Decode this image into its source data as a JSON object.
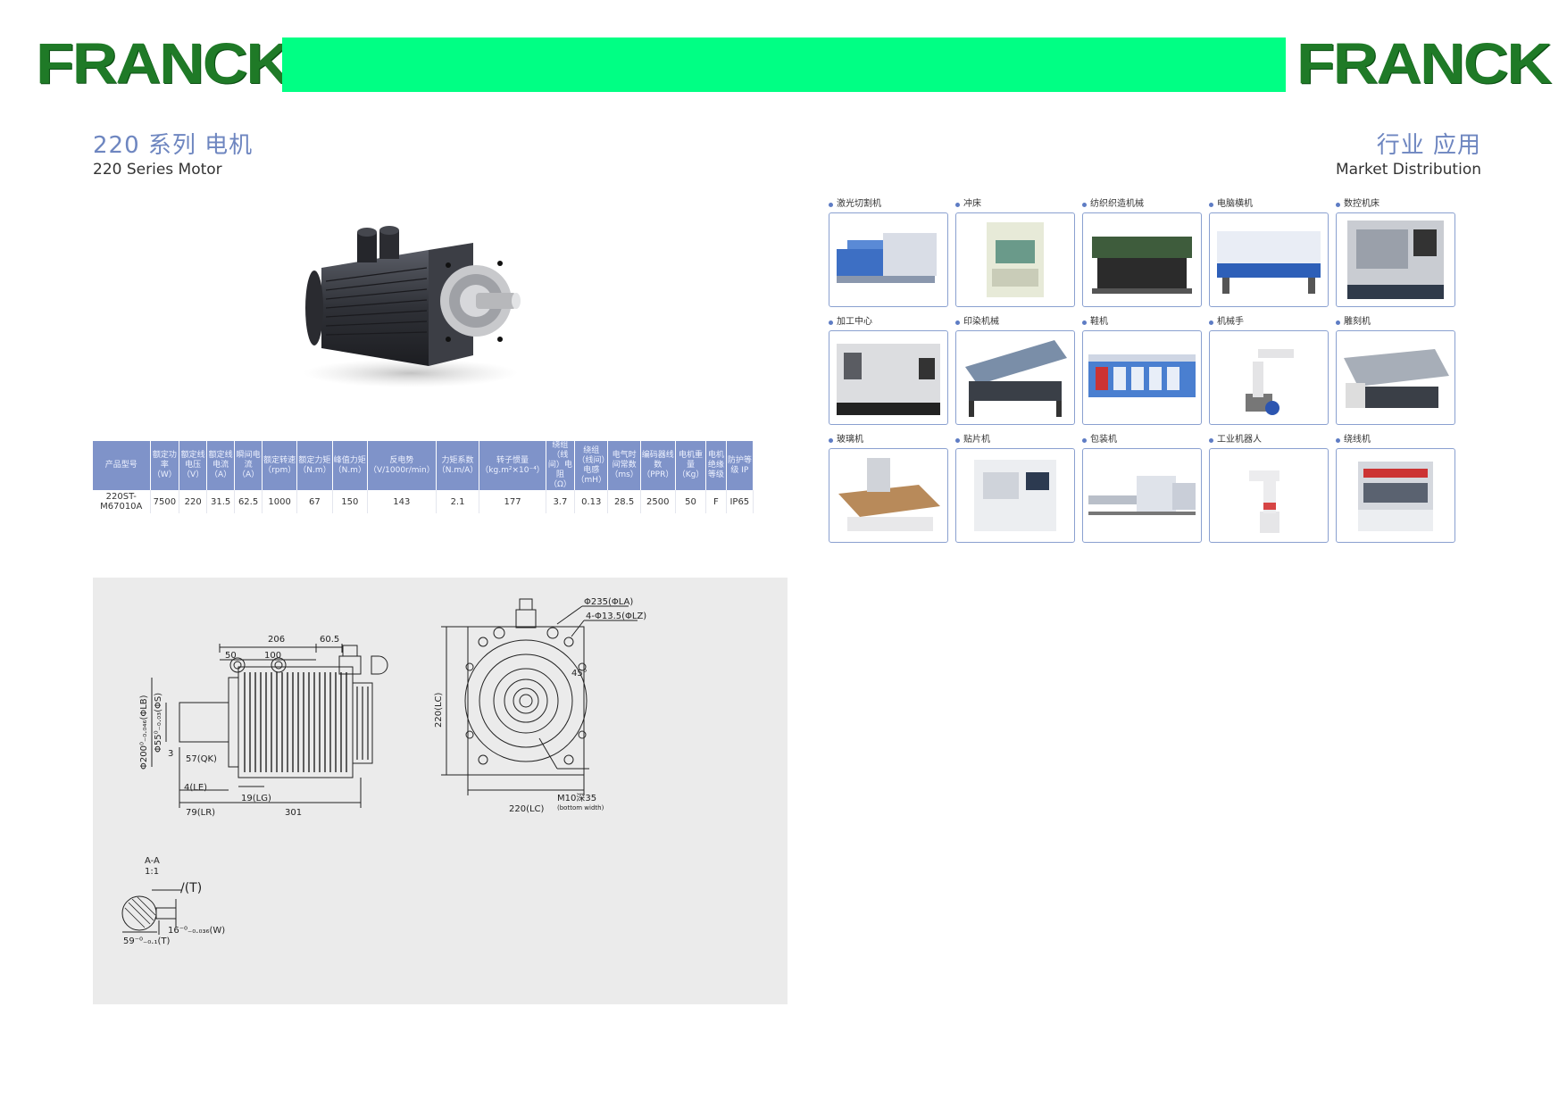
{
  "header": {
    "logo_left": "FRANCK",
    "logo_right": "FRANCK",
    "band_color": "#00ff84",
    "logo_color": "#1f7a27"
  },
  "product": {
    "title_cn": "220 系列 电机",
    "title_en": "220 Series Motor"
  },
  "market": {
    "title_cn": "行业 应用",
    "title_en": "Market Distribution"
  },
  "spec_table": {
    "headers": [
      "产品型号",
      "额定功率（W）",
      "额定线电压（V）",
      "额定线电流（A）",
      "瞬间电流（A）",
      "额定转速（rpm）",
      "额定力矩（N.m）",
      "峰值力矩（N.m）",
      "反电势（V/1000r/min）",
      "力矩系数（N.m/A）",
      "转子惯量（kg.m²×10⁻⁴）",
      "绕组（线间）电阻（Ω）",
      "绕组（线间）电感（mH）",
      "电气时间常数（ms）",
      "编码器线数（PPR）",
      "电机重量（Kg）",
      "电机绝缘等级",
      "防护等级 IP"
    ],
    "rows": [
      [
        "220ST-M67010A",
        "7500",
        "220",
        "31.5",
        "62.5",
        "1000",
        "67",
        "150",
        "143",
        "2.1",
        "177",
        "3.7",
        "0.13",
        "28.5",
        "2500",
        "50",
        "F",
        "IP65"
      ]
    ]
  },
  "drawing": {
    "dims": {
      "d206": "206",
      "d60_5": "60.5",
      "d50": "50",
      "d100": "100",
      "phi200": "Φ200⁰₋₀.₀₄₆(ΦLB)",
      "phi55": "Φ55⁰₋₀.₀₃(ΦS)",
      "d3": "3",
      "d57": "57(QK)",
      "d4": "4(LE)",
      "d19": "19(LG)",
      "d79": "79(LR)",
      "d301": "301",
      "phi235": "Φ235(ΦLA)",
      "holes": "4-Φ13.5(ΦLZ)",
      "d45": "45°",
      "d220v": "220(LC)",
      "d220h": "220(LC)",
      "m10": "M10深35",
      "m10b": "(bottom width)",
      "section": "A-A",
      "scale": "1:1",
      "tol": "/(T)",
      "d59": "59⁻⁰₋₀.₁(T)",
      "d16": "16⁻⁰₋₀.₀₃₆(W)"
    }
  },
  "applications": [
    {
      "label": "激光切割机"
    },
    {
      "label": "冲床"
    },
    {
      "label": "纺织织造机械"
    },
    {
      "label": "电脑横机"
    },
    {
      "label": "数控机床"
    },
    {
      "label": "加工中心"
    },
    {
      "label": "印染机械"
    },
    {
      "label": "鞋机"
    },
    {
      "label": "机械手"
    },
    {
      "label": "雕刻机"
    },
    {
      "label": "玻璃机"
    },
    {
      "label": "贴片机"
    },
    {
      "label": "包装机"
    },
    {
      "label": "工业机器人"
    },
    {
      "label": "绕线机"
    }
  ]
}
